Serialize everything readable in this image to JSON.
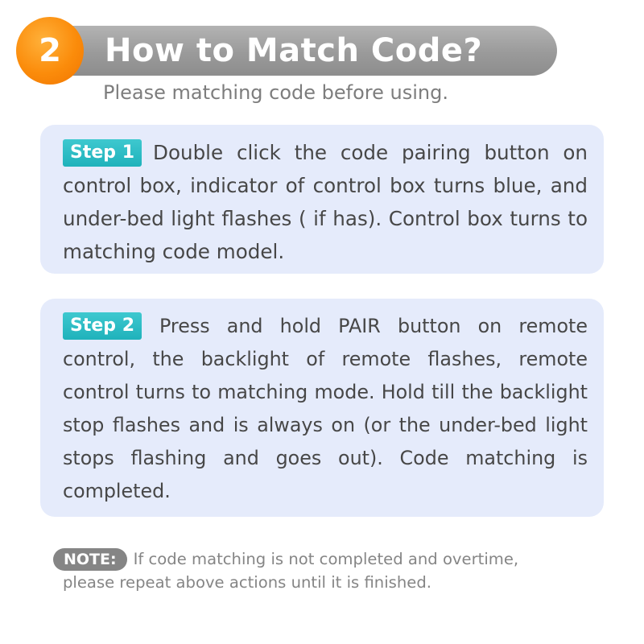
{
  "header": {
    "number": "2",
    "title": "How to Match Code?",
    "subtitle": "Please matching code before using."
  },
  "steps": [
    {
      "label": "Step 1",
      "text": "Double click the code pairing button on control box, indicator of control box turns blue, and under-bed light flashes ( if has). Control box turns to matching code model."
    },
    {
      "label": "Step 2",
      "text": "Press and hold PAIR button on remote control, the backlight of remote flashes, remote control turns to matching mode. Hold till the backlight stop flashes and is always on (or the under-bed light stops flashing and goes out). Code matching is completed."
    }
  ],
  "note": {
    "label": "NOTE:",
    "line1": "If code matching is not completed and overtime,",
    "line2": "please repeat above actions until it is finished."
  },
  "colors": {
    "accent_orange": "#fb8c0b",
    "step_badge_teal": "#25b8c0",
    "card_background": "#e5ebfb",
    "title_bar_gray": "#9a9a9a"
  }
}
